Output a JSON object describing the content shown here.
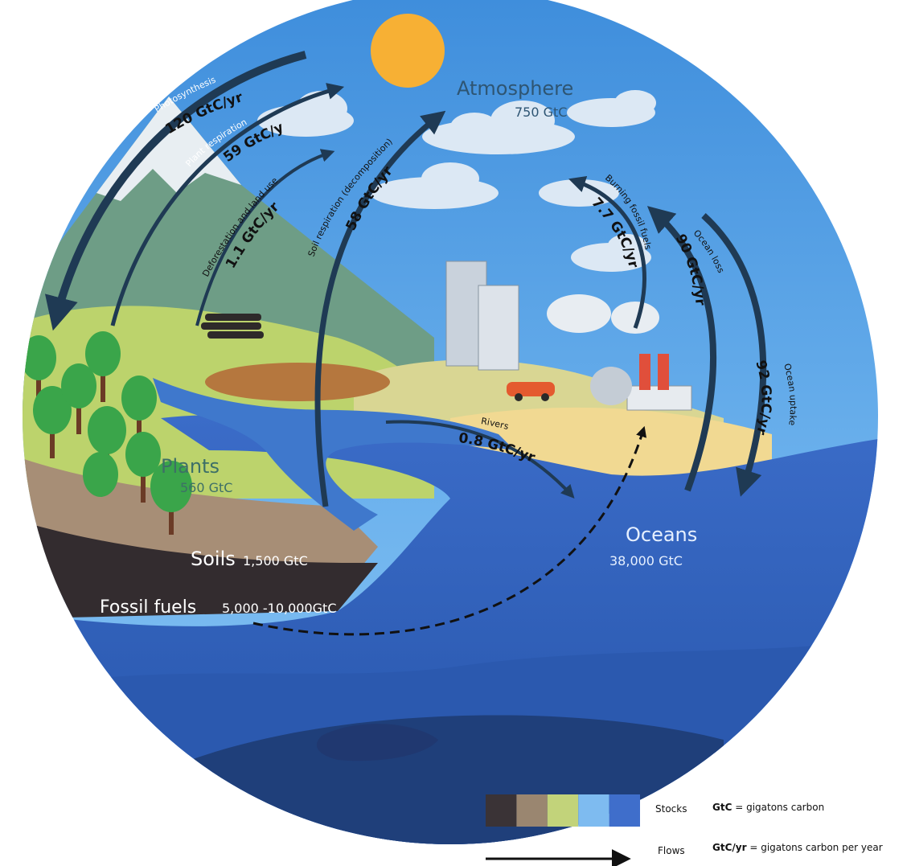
{
  "stocks": {
    "atmosphere": {
      "label": "Atmosphere",
      "value": "750 GtC"
    },
    "plants": {
      "label": "Plants",
      "value": "560 GtC"
    },
    "soils": {
      "label": "Soils",
      "value": "1,500 GtC"
    },
    "fossil_fuels": {
      "label": "Fossil fuels",
      "value": "5,000 -10,000GtC"
    },
    "oceans": {
      "label": "Oceans",
      "value": "38,000 GtC"
    }
  },
  "flows": {
    "photosynthesis": {
      "label": "Photosynthesis",
      "value": "120 GtC/yr"
    },
    "plant_respiration": {
      "label": "Plant respiration",
      "value": "59 GtC/yr"
    },
    "deforestation": {
      "label": "Deforestation and land use",
      "value": "1.1 GtC/yr"
    },
    "soil_respiration": {
      "label": "Soil respiration (decomposition)",
      "value": "58 GtC/yr"
    },
    "burning_fossil_fuels": {
      "label": "Burning fossil fuels",
      "value": "7.7 GtC/yr"
    },
    "ocean_loss": {
      "label": "Ocean loss",
      "value": "90 GtC/yr"
    },
    "ocean_uptake": {
      "label": "Ocean uptake",
      "value": "92 GtC/yr"
    },
    "rivers": {
      "label": "Rivers",
      "value": "0.8 GtC/yr"
    }
  },
  "legend": {
    "stocks_label": "Stocks",
    "flows_label": "Flows",
    "gtc_key": "GtC",
    "gtc_def": " =  gigatons carbon",
    "gtcyr_key": "GtC/yr",
    "gtcyr_def": " = gigatons carbon per year",
    "swatch_colors": [
      "#3a3336",
      "#9a8670",
      "#c2d37a",
      "#7ebbf0",
      "#3f6ecb"
    ]
  },
  "colors": {
    "flow_arrow": "#1f3a54",
    "sky": "#4f9de0",
    "ocean": "#2f5fb8",
    "deep_ocean": "#1f3f7a",
    "sun": "#f7b034"
  }
}
